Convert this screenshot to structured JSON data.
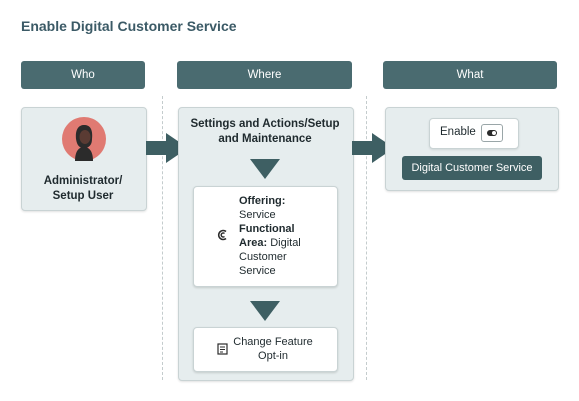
{
  "title": "Enable Digital Customer Service",
  "columns": {
    "who": "Who",
    "where": "Where",
    "what": "What"
  },
  "who": {
    "role_line1": "Administrator/",
    "role_line2": "Setup User"
  },
  "where": {
    "title_line1": "Settings and Actions/Setup",
    "title_line2": "and Maintenance",
    "offering_label": "Offering:",
    "offering_value": "Service",
    "functional_area_label_1": "Functional",
    "functional_area_label_2": "Area:",
    "functional_area_value_1": "Digital",
    "functional_area_value_2": "Customer",
    "functional_area_value_3": "Service",
    "feature_line1": "Change Feature",
    "feature_line2": "Opt-in"
  },
  "what": {
    "enable_label": "Enable",
    "button_label": "Digital Customer Service"
  },
  "colors": {
    "header": "#4a6b70",
    "panel": "#e6edee",
    "arrow": "#3e5f63",
    "avatar": "#e07a72",
    "title": "#3b5a66"
  },
  "icons": [
    "person-avatar-icon",
    "service-offering-icon",
    "opt-in-document-icon",
    "toggle-icon"
  ]
}
